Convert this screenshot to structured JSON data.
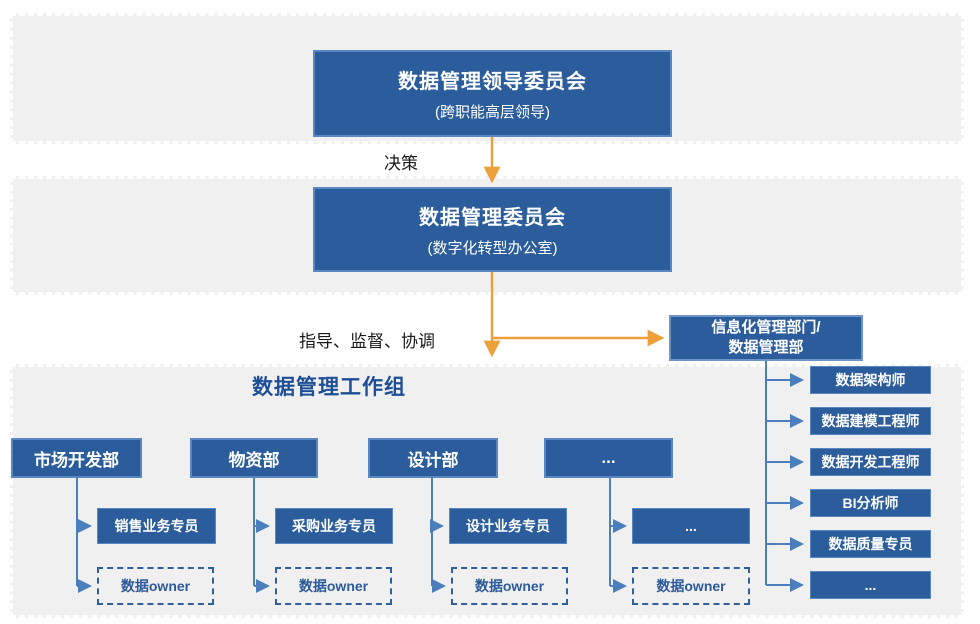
{
  "colors": {
    "node_fill": "#2b5c9b",
    "node_border": "#5b87c0",
    "connector_orange": "#eda03a",
    "connector_blue": "#4a7ebc",
    "band_gray": "#f0f0f0",
    "workgroup_title_blue": "#1e4e96",
    "owner_text_blue": "#2d5a9a"
  },
  "top_committee": {
    "title": "数据管理领导委员会",
    "subtitle": "(跨职能高层领导)"
  },
  "decision_label": "决策",
  "mid_committee": {
    "title": "数据管理委员会",
    "subtitle": "(数字化转型办公室)"
  },
  "guidance_label": "指导、监督、协调",
  "it_department": {
    "line1": "信息化管理部门/",
    "line2": "数据管理部"
  },
  "workgroup": {
    "title": "数据管理工作组",
    "departments": [
      {
        "name": "市场开发部",
        "specialist": "销售业务专员",
        "data_owner": "数据owner"
      },
      {
        "name": "物资部",
        "specialist": "采购业务专员",
        "data_owner": "数据owner"
      },
      {
        "name": "设计部",
        "specialist": "设计业务专员",
        "data_owner": "数据owner"
      },
      {
        "name": "...",
        "specialist": "...",
        "data_owner": "数据owner"
      }
    ]
  },
  "it_roles": [
    "数据架构师",
    "数据建模工程师",
    "数据开发工程师",
    "BI分析师",
    "数据质量专员",
    "..."
  ]
}
